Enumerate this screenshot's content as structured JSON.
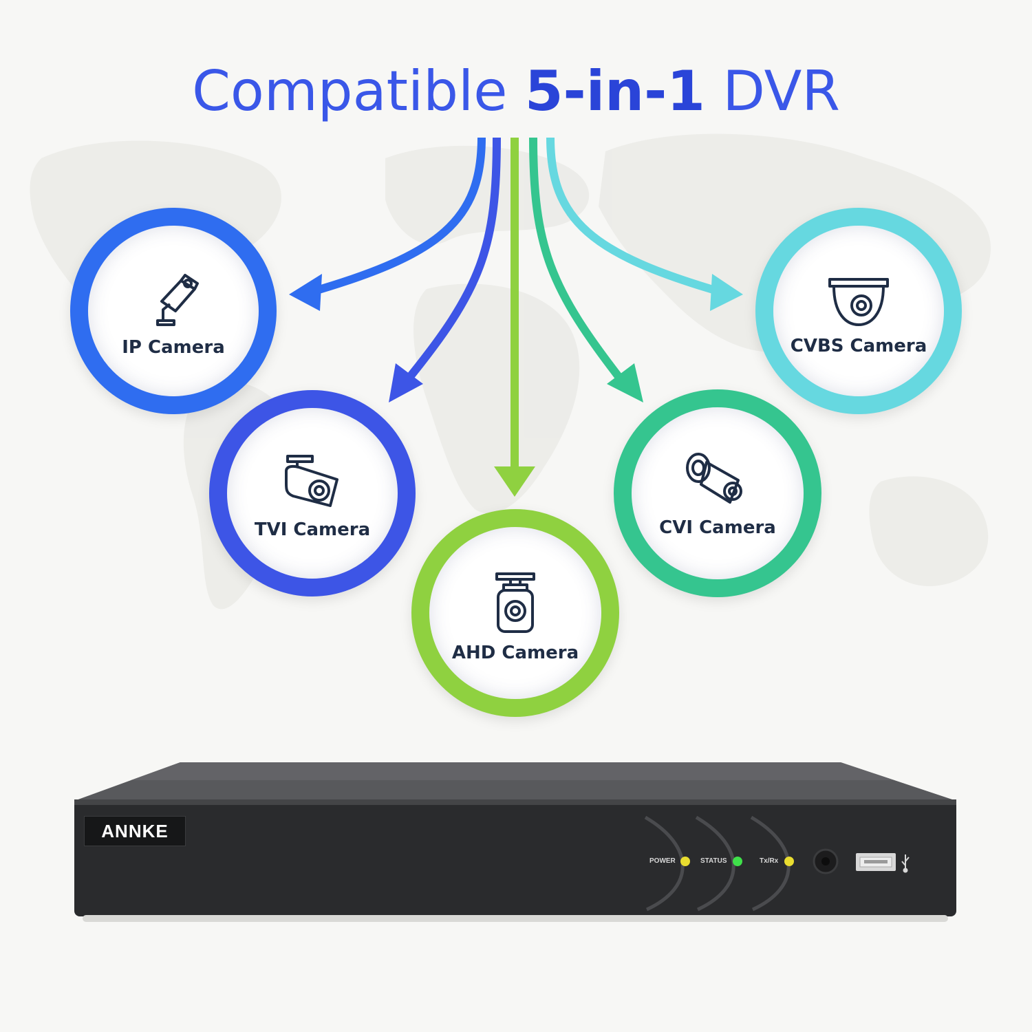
{
  "headline": {
    "prefix": "Compatible",
    "emphasis": "5-in-1",
    "suffix": "DVR"
  },
  "colors": {
    "ip": "#2f6df0",
    "tvi": "#3d55e6",
    "ahd": "#8fd140",
    "cvi": "#35c58f",
    "cvbs": "#66d8e0",
    "dvr_body": "#2a2b2d",
    "led_yellow": "#e9dd30",
    "led_green": "#3fe04a"
  },
  "cameras": [
    {
      "id": "ip",
      "label": "IP Camera",
      "icon": "bullet-camera-on-mount-icon"
    },
    {
      "id": "tvi",
      "label": "TVI Camera",
      "icon": "bullet-camera-icon"
    },
    {
      "id": "ahd",
      "label": "AHD Camera",
      "icon": "box-camera-icon"
    },
    {
      "id": "cvi",
      "label": "CVI Camera",
      "icon": "bullet-camera-angled-icon"
    },
    {
      "id": "cvbs",
      "label": "CVBS Camera",
      "icon": "dome-camera-icon"
    }
  ],
  "dvr": {
    "brand": "ANNKE",
    "leds": [
      {
        "label": "POWER",
        "color": "#e9dd30"
      },
      {
        "label": "STATUS",
        "color": "#3fe04a"
      },
      {
        "label": "Tx/Rx",
        "color": "#e9dd30"
      }
    ],
    "port_icons": [
      "audio-jack-icon",
      "usb-port-icon",
      "usb-symbol-icon"
    ]
  }
}
